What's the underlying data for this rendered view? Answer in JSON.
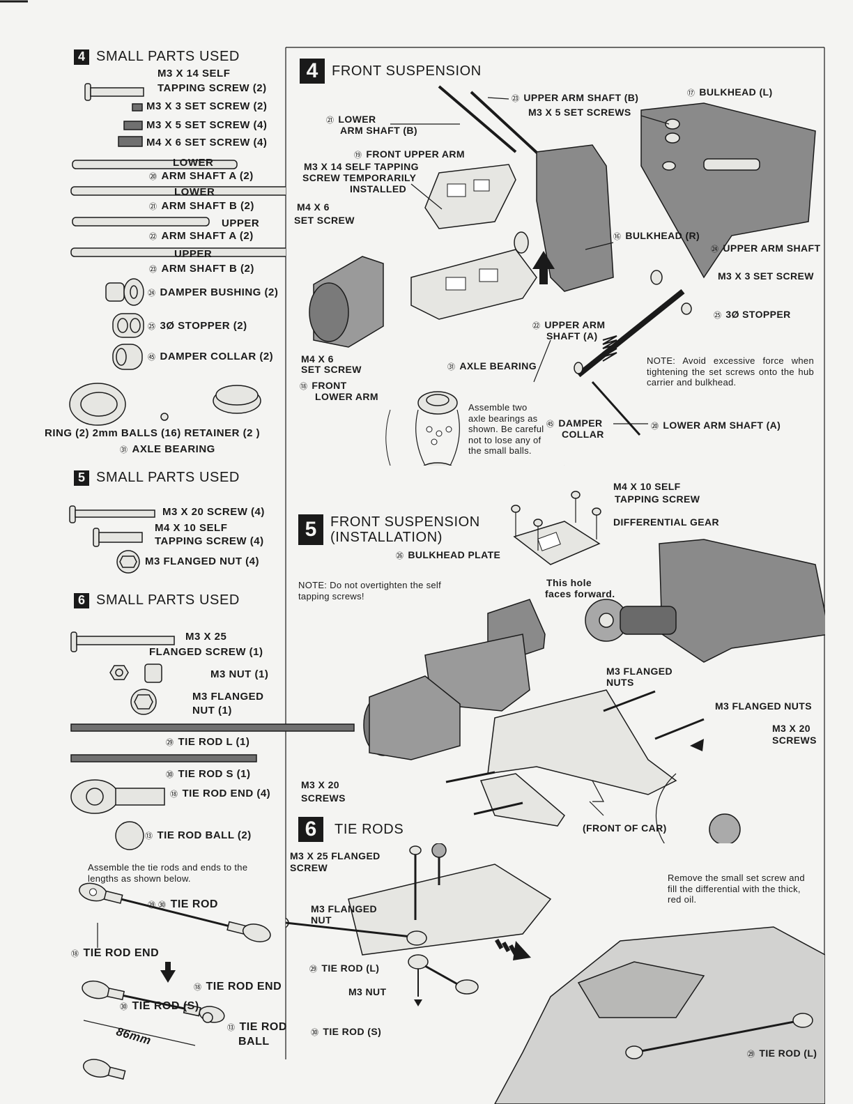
{
  "step4_parts": {
    "heading_num": "4",
    "heading": "SMALL PARTS USED",
    "m3x14_a": "M3 X 14 SELF",
    "m3x14_b": "TAPPING SCREW (2)",
    "m3x3": "M3 X 3 SET SCREW (2)",
    "m3x5": "M3 X 5 SET SCREW (4)",
    "m4x6": "M4 X 6 SET SCREW (4)",
    "lower_a_1": "LOWER",
    "lower_a_2": "ARM SHAFT A (2)",
    "lower_a_num": "⑳",
    "lower_b_1": "LOWER",
    "lower_b_2": "ARM SHAFT B (2)",
    "lower_b_num": "㉑",
    "upper_a_1": "UPPER",
    "upper_a_2": "ARM SHAFT A (2)",
    "upper_a_num": "㉒",
    "upper_b_1": "UPPER",
    "upper_b_2": "ARM SHAFT B (2)",
    "upper_b_num": "㉓",
    "damper_bushing": "DAMPER BUSHING (2)",
    "damper_bushing_num": "㉔",
    "stopper": "3Ø STOPPER (2)",
    "stopper_num": "㉕",
    "damper_collar": "DAMPER COLLAR (2)",
    "damper_collar_num": "㊺",
    "bearing_parts": "RING (2)  2mm BALLS (16)  RETAINER (2 )",
    "axle_bearing": "AXLE BEARING",
    "axle_bearing_num": "㉛"
  },
  "step5_parts": {
    "heading_num": "5",
    "heading": "SMALL PARTS USED",
    "m3x20": "M3 X 20 SCREW (4)",
    "m4x10_a": "M4 X 10 SELF",
    "m4x10_b": "TAPPING SCREW (4)",
    "m3_flanged_nut": "M3 FLANGED NUT (4)"
  },
  "step6_parts": {
    "heading_num": "6",
    "heading": "SMALL PARTS USED",
    "m3x25_a": "M3 X 25",
    "m3x25_b": "FLANGED SCREW (1)",
    "m3_nut": "M3 NUT (1)",
    "m3_flanged_a": "M3 FLANGED",
    "m3_flanged_b": "NUT (1)",
    "tie_rod_l": "TIE ROD L (1)",
    "tie_rod_l_num": "㉙",
    "tie_rod_s": "TIE ROD S (1)",
    "tie_rod_s_num": "㉚",
    "tie_rod_end": "TIE ROD END (4)",
    "tie_rod_end_num": "⑱",
    "tie_rod_ball": "TIE ROD BALL (2)",
    "tie_rod_ball_num": "⑬",
    "assemble_note": "Assemble the tie rods and ends to the lengths as shown below.",
    "tie_rod": "TIE ROD",
    "tie_rod_num": "㉙ ㉚",
    "tie_rod_end_label": "TIE ROD END",
    "tie_rod_end_label2": "TIE ROD END",
    "tie_rod_s_label": "TIE ROD (S)",
    "tie_rod_s_label_num": "㉚",
    "tie_rod_ball_1": "TIE ROD",
    "tie_rod_ball_2": "BALL",
    "length": "86mm"
  },
  "front_suspension": {
    "heading_num": "4",
    "heading": "FRONT SUSPENSION",
    "upper_arm_shaft_b": "UPPER ARM SHAFT (B)",
    "m3x5_set": "M3 X 5 SET SCREWS",
    "bulkhead_l": "BULKHEAD (L)",
    "lower_arm_shaft_b_1": "LOWER",
    "lower_arm_shaft_b_2": "ARM SHAFT (B)",
    "front_upper_arm": "FRONT UPPER ARM",
    "m3x14_temp_1": "M3 X 14 SELF TAPPING",
    "m3x14_temp_2": "SCREW TEMPORARILY",
    "m3x14_temp_3": "INSTALLED",
    "m4x6_a_1": "M4 X 6",
    "m4x6_a_2": "SET SCREW",
    "bulkhead_r": "BULKHEAD (R)",
    "upper_arm_shaft": "UPPER ARM SHAFT",
    "m3x3_set": "M3 X 3 SET SCREW",
    "stopper": "3Ø STOPPER",
    "upper_arm_shaft_a_1": "UPPER ARM",
    "upper_arm_shaft_a_2": "SHAFT (A)",
    "m4x6_b_1": "M4 X 6",
    "m4x6_b_2": "SET SCREW",
    "axle_bearing": "AXLE BEARING",
    "front_lower_arm_1": "FRONT",
    "front_lower_arm_2": "LOWER ARM",
    "note": "NOTE: Avoid excessive force when tightening the set screws onto the hub carrier and bulkhead.",
    "bearing_note": "Assemble two axle bearings as shown. Be careful not to lose any of the small balls.",
    "damper_collar_1": "DAMPER",
    "damper_collar_2": "COLLAR",
    "lower_arm_shaft_a": "LOWER ARM SHAFT (A)"
  },
  "installation": {
    "heading_num": "5",
    "heading_1": "FRONT SUSPENSION",
    "heading_2": "(INSTALLATION)",
    "bulkhead_plate": "BULKHEAD PLATE",
    "bulkhead_plate_num": "㉖",
    "m4x10_1": "M4 X 10 SELF",
    "m4x10_2": "TAPPING SCREW",
    "diff_gear": "DIFFERENTIAL GEAR",
    "note": "NOTE: Do not overtighten the self tapping screws!",
    "hole_1": "This hole",
    "hole_2": "faces forward.",
    "m3_flanged_nuts_1": "M3 FLANGED",
    "m3_flanged_nuts_2": "NUTS",
    "m3_flanged_nuts_r": "M3 FLANGED NUTS",
    "m3x20_r_1": "M3 X 20",
    "m3x20_r_2": "SCREWS",
    "m3x20_l_1": "M3 X 20",
    "m3x20_l_2": "SCREWS",
    "front_of_car": "(FRONT OF CAR)",
    "diff_note": "Remove the small set screw and fill the differential with the thick, red oil."
  },
  "tie_rods": {
    "heading_num": "6",
    "heading": "TIE RODS",
    "m3x25_1": "M3 X 25 FLANGED",
    "m3x25_2": "SCREW",
    "m3_flanged_1": "M3 FLANGED",
    "m3_flanged_2": "NUT",
    "tie_rod_l": "TIE ROD (L)",
    "m3_nut": "M3 NUT",
    "tie_rod_s": "TIE ROD (S)",
    "tie_rod_l_r": "TIE ROD (L)"
  }
}
